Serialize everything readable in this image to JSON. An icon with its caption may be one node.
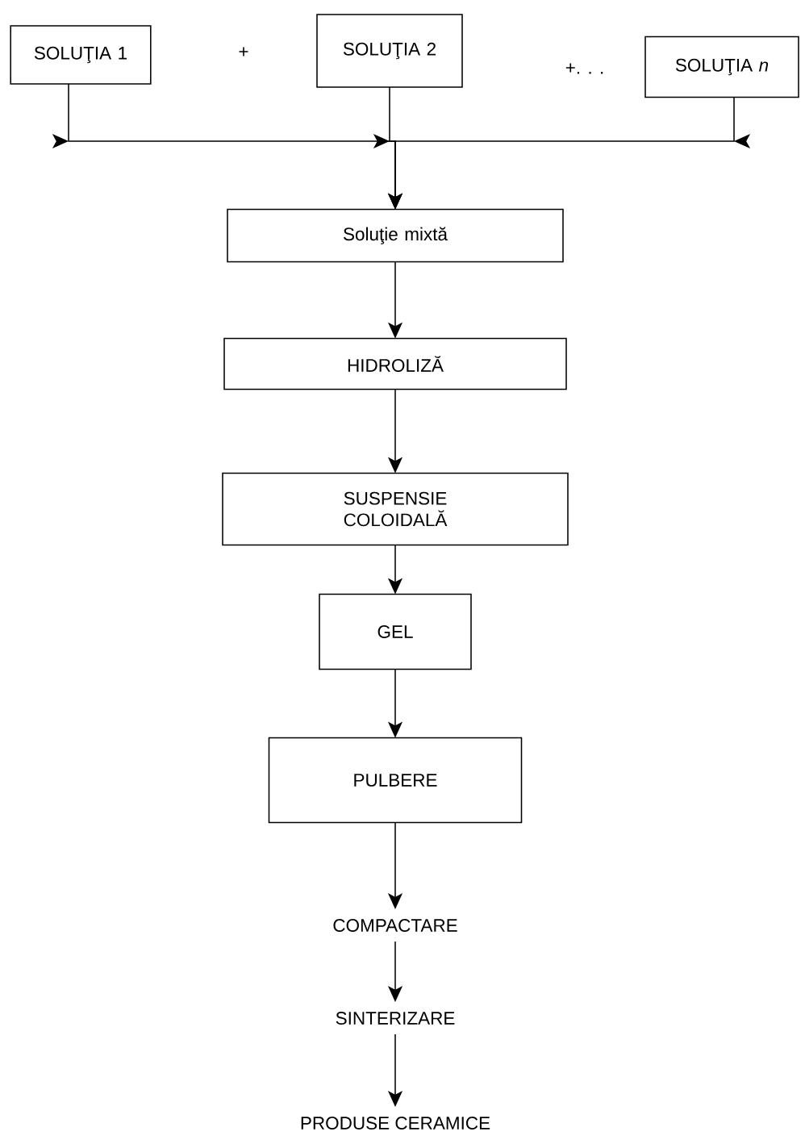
{
  "diagram": {
    "nodes": [
      {
        "text": [
          "SOLUŢIA 1"
        ]
      },
      {
        "text": [
          "SOLUŢIA 2"
        ]
      },
      {
        "text": [
          "SOLUŢIA *n*"
        ]
      },
      {
        "text": [
          "Soluţie mixtă"
        ]
      },
      {
        "text": [
          "HIDROLIZĂ"
        ]
      },
      {
        "text": [
          "SUSPENSIE COLOIDALĂ"
        ]
      },
      {
        "text": [
          "GEL"
        ]
      },
      {
        "text": [
          "PULBERE"
        ]
      },
      {
        "text": [
          "COMPACTARE"
        ]
      },
      {
        "text": [
          "SINTERIZARE"
        ]
      },
      {
        "text": [
          "PRODUSE CERAMICE"
        ]
      }
    ],
    "edges": [
      {
        "from": 0,
        "to": 3,
        "arrow": "to"
      },
      {
        "from": 1,
        "to": 3,
        "arrow": "to"
      },
      {
        "from": 2,
        "to": 3,
        "arrow": "to"
      },
      {
        "from": 3,
        "to": 4,
        "arrow": "to"
      },
      {
        "from": 4,
        "to": 5,
        "arrow": "to"
      },
      {
        "from": 5,
        "to": 6,
        "arrow": "to"
      },
      {
        "from": 6,
        "to": 7,
        "arrow": "to"
      },
      {
        "from": 7,
        "to": 8,
        "arrow": "to"
      },
      {
        "from": 8,
        "to": 9,
        "arrow": "to"
      },
      {
        "from": 9,
        "to": 10,
        "arrow": "to"
      }
    ],
    "labels": [
      "+",
      "+. . ."
    ]
  }
}
